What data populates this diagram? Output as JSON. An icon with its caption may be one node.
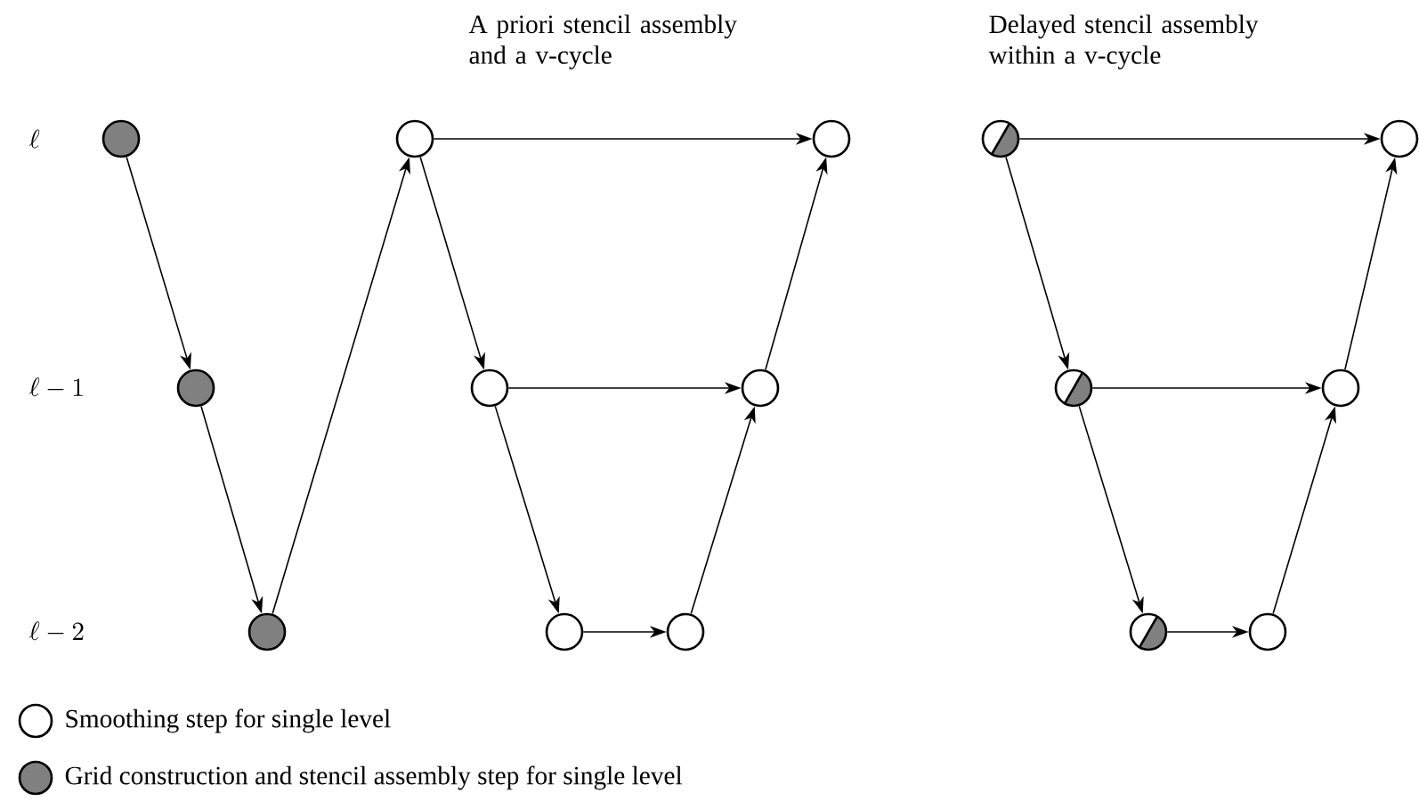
{
  "diagram": {
    "nodes": [
      {
        "text": [],
        "shape": "disc"
      },
      {
        "text": [],
        "shape": "disc"
      },
      {
        "text": [],
        "shape": "disc"
      },
      {
        "text": [],
        "shape": "circle"
      },
      {
        "text": [],
        "shape": "circle"
      },
      {
        "text": [],
        "shape": "circle"
      },
      {
        "text": [],
        "shape": "circle"
      },
      {
        "text": [],
        "shape": "circle"
      },
      {
        "text": [],
        "shape": "circle"
      },
      {
        "text": [],
        "shape": "split"
      },
      {
        "text": [],
        "shape": "split"
      },
      {
        "text": [],
        "shape": "split"
      },
      {
        "text": [],
        "shape": "circle"
      },
      {
        "text": [],
        "shape": "circle"
      },
      {
        "text": [],
        "shape": "circle"
      }
    ],
    "edges": [
      {
        "from": 0,
        "to": 1,
        "arrow": "to"
      },
      {
        "from": 1,
        "to": 2,
        "arrow": "to"
      },
      {
        "from": 2,
        "to": 3,
        "arrow": "to"
      },
      {
        "from": 3,
        "to": 8,
        "arrow": "to"
      },
      {
        "from": 3,
        "to": 4,
        "arrow": "to"
      },
      {
        "from": 4,
        "to": 7,
        "arrow": "to"
      },
      {
        "from": 4,
        "to": 5,
        "arrow": "to"
      },
      {
        "from": 5,
        "to": 6,
        "arrow": "to"
      },
      {
        "from": 6,
        "to": 7,
        "arrow": "to"
      },
      {
        "from": 7,
        "to": 8,
        "arrow": "to"
      },
      {
        "from": 9,
        "to": 14,
        "arrow": "to"
      },
      {
        "from": 9,
        "to": 10,
        "arrow": "to"
      },
      {
        "from": 10,
        "to": 13,
        "arrow": "to"
      },
      {
        "from": 10,
        "to": 11,
        "arrow": "to"
      },
      {
        "from": 11,
        "to": 12,
        "arrow": "to"
      },
      {
        "from": 12,
        "to": 13,
        "arrow": "to"
      },
      {
        "from": 13,
        "to": 14,
        "arrow": "to"
      }
    ],
    "labels": [
      "A priori stencil assembly and a v-cycle",
      "Delayed stencil assembly within a v-cycle",
      "\\ell",
      "\\ell-1",
      "\\ell-2"
    ],
    "legend": [
      {
        "text": "Smoothing step for single level"
      },
      {
        "text": "Grid construction and stencil assembly step for single level",
        "color": "#808080"
      }
    ]
  }
}
